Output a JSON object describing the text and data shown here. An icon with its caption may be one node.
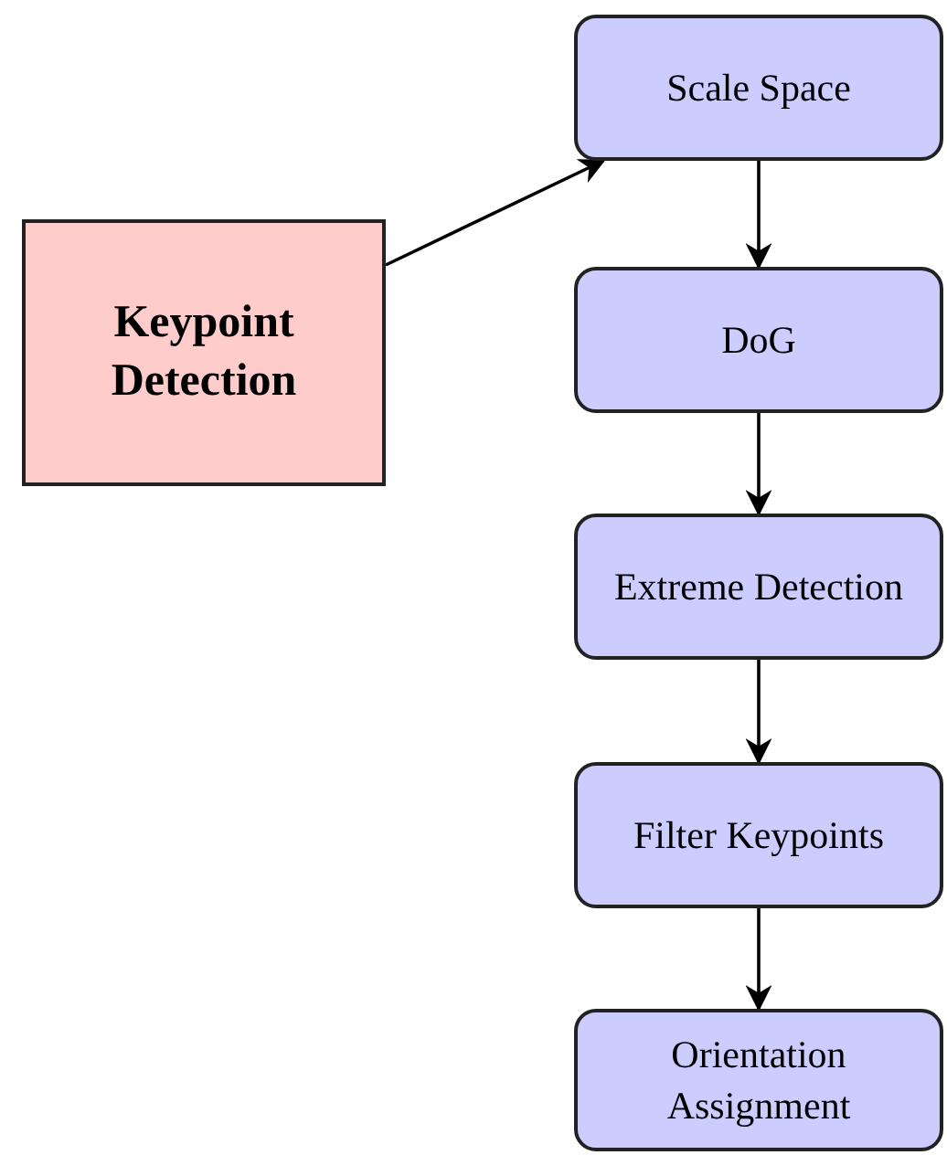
{
  "diagram": {
    "nodes": [
      {
        "text": [
          "Keypoint Detection"
        ]
      },
      {
        "text": [
          "Scale Space"
        ]
      },
      {
        "text": [
          "DoG"
        ]
      },
      {
        "text": [
          "Extreme Detection"
        ]
      },
      {
        "text": [
          "Filter Keypoints"
        ]
      },
      {
        "text": [
          "Orientation Assignment"
        ]
      }
    ],
    "edges": [
      {
        "from": 0,
        "to": 1,
        "arrow": "to"
      },
      {
        "from": 1,
        "to": 2,
        "arrow": "to"
      },
      {
        "from": 2,
        "to": 3,
        "arrow": "to"
      },
      {
        "from": 3,
        "to": 4,
        "arrow": "to"
      },
      {
        "from": 4,
        "to": 5,
        "arrow": "to"
      }
    ]
  }
}
